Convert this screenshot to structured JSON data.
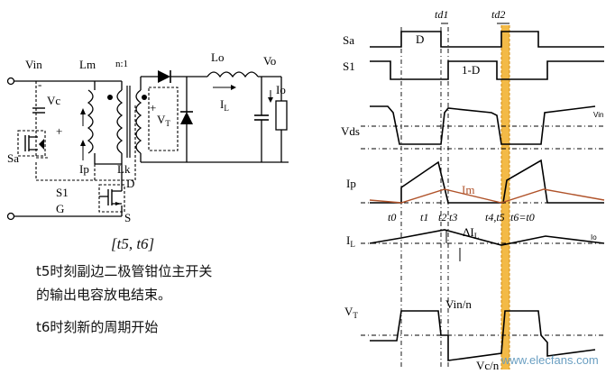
{
  "circuit": {
    "vin": "Vin",
    "lm": "Lm",
    "ratio": "n:1",
    "lo": "Lo",
    "vo": "Vo",
    "io": "Io",
    "vc": "Vc",
    "sa": "Sa",
    "vt": "V",
    "vt_sub": "T",
    "il": "I",
    "il_sub": "L",
    "ip": "Ip",
    "lk": "Lk",
    "s1": "S1",
    "d": "D",
    "g": "G",
    "s": "S",
    "plus": "+",
    "minus": "-"
  },
  "caption": {
    "interval": "[t5, t6]",
    "line1": "t5时刻副边二极管钳位主开关",
    "line2": "的输出电容放电结束。",
    "line3": "t6时刻新的周期开始"
  },
  "timing": {
    "rows": {
      "sa": "Sa",
      "s1": "S1",
      "vds": "Vds",
      "ip": "Ip",
      "il": "I",
      "il_sub": "L",
      "vt": "V",
      "vt_sub": "T"
    },
    "duty_d": "D",
    "duty_1d": "1-D",
    "td1": "td1",
    "td2": "td2",
    "vin_small": "Vin",
    "im": "Im",
    "io": "Io",
    "delta_il": "ΔI",
    "delta_il_sub": "L",
    "t0": "t0",
    "t1": "t1",
    "t2": "t2",
    "t3": "t3",
    "t4t5": "t4,t5",
    "t6t0": "t6=t0",
    "vin_n": "Vin/n",
    "vc_n": "Vc/n",
    "watermark": "www.elecfans.com",
    "colors": {
      "highlight": "#f2b233",
      "im_curve": "#b0532a",
      "watermark": "#6a9fc2"
    }
  }
}
